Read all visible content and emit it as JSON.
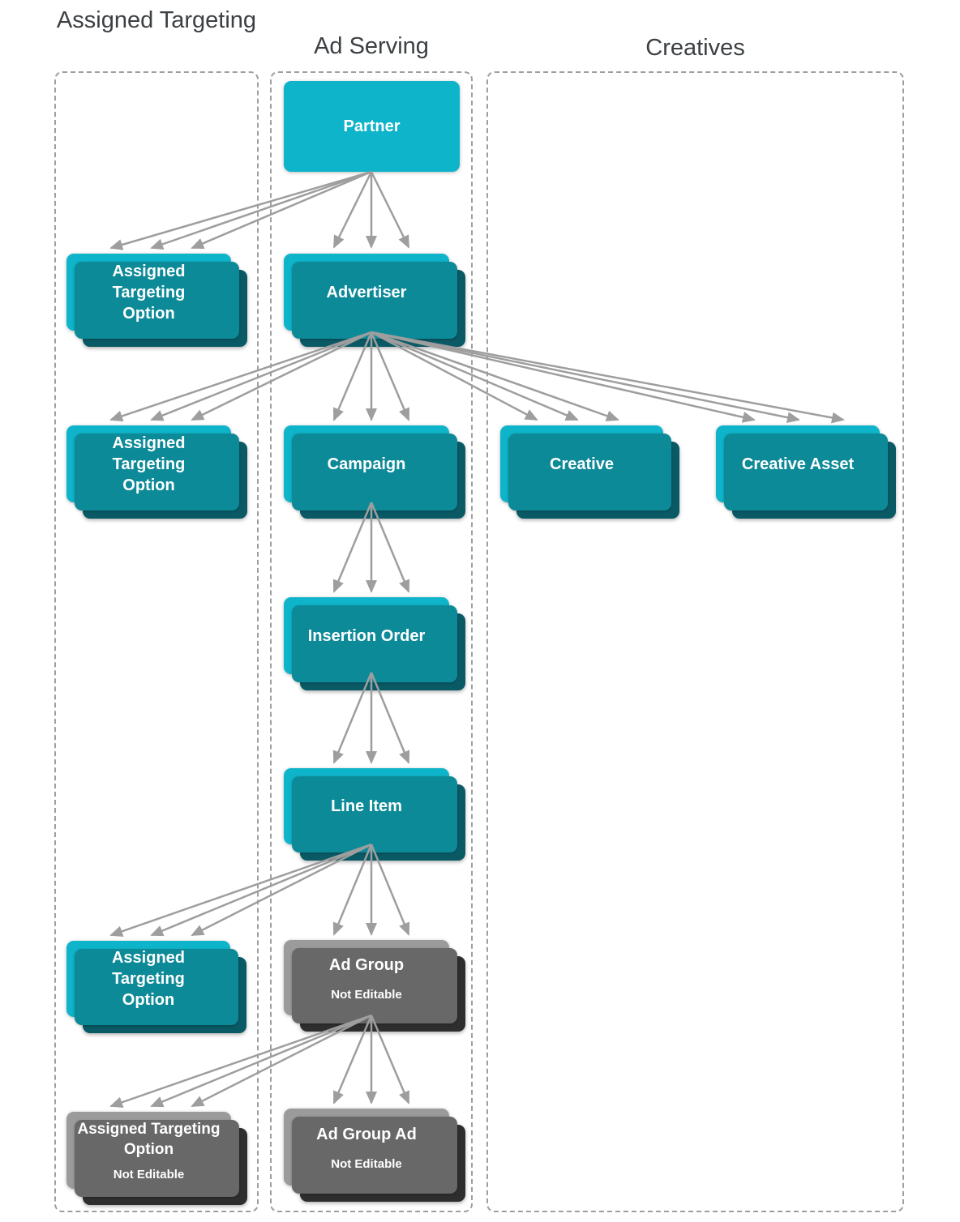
{
  "columns": [
    {
      "title": "Assigned Targeting"
    },
    {
      "title": "Ad Serving"
    },
    {
      "title": "Creatives"
    }
  ],
  "nodes": {
    "partner": {
      "label": "Partner",
      "editable": true
    },
    "ato_partner": {
      "label": "Assigned Targeting Option",
      "editable": true
    },
    "advertiser": {
      "label": "Advertiser",
      "editable": true
    },
    "ato_advertiser": {
      "label": "Assigned Targeting Option",
      "editable": true
    },
    "campaign": {
      "label": "Campaign",
      "editable": true
    },
    "creative": {
      "label": "Creative",
      "editable": true
    },
    "creative_asset": {
      "label": "Creative Asset",
      "editable": true
    },
    "insertion_order": {
      "label": "Insertion Order",
      "editable": true
    },
    "line_item": {
      "label": "Line Item",
      "editable": true
    },
    "ato_line_item": {
      "label": "Assigned Targeting Option",
      "editable": true
    },
    "ad_group": {
      "label": "Ad Group",
      "sublabel": "Not Editable",
      "editable": false
    },
    "ato_ad_group": {
      "label": "Assigned Targeting Option",
      "sublabel": "Not Editable",
      "editable": false
    },
    "ad_group_ad": {
      "label": "Ad Group Ad",
      "sublabel": "Not Editable",
      "editable": false
    }
  },
  "colors": {
    "editable_front": "#0eb4ca",
    "editable_mid": "#0d8a98",
    "editable_back": "#0a5a66",
    "not_editable_front": "#9b9b9b",
    "not_editable_mid": "#686868",
    "not_editable_back": "#2e2e2e",
    "arrow": "#9e9e9e",
    "header_text": "#3c4043",
    "container_border": "#9e9e9e"
  }
}
